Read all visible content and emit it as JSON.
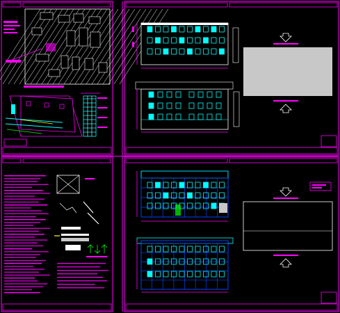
{
  "drawing": {
    "background": "#000000",
    "colors": {
      "frame": "#ff00ff",
      "label": "#ff00ff",
      "window": "#00ffff",
      "structure": "#0044ff",
      "hatch": "#ffffff",
      "panel": "#c8c8c8",
      "accent": "#ffff00",
      "green": "#00ff00"
    },
    "sheets": [
      {
        "id": "top-left",
        "content": "site-plan-and-scaffold-section"
      },
      {
        "id": "top-right",
        "content": "facade-elevations-and-panel"
      },
      {
        "id": "bottom-left",
        "content": "specification-notes-and-details"
      },
      {
        "id": "bottom-right",
        "content": "scaffold-elevations-and-panel"
      }
    ]
  }
}
